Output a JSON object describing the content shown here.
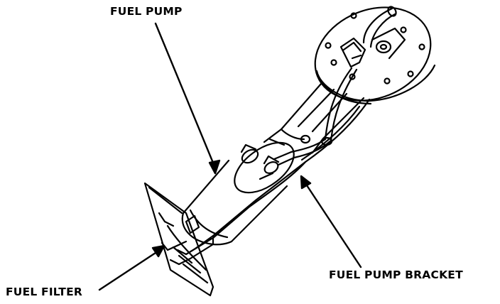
{
  "labels": {
    "fuel_pump": "FUEL PUMP",
    "fuel_filter": "FUEL FILTER",
    "fuel_pump_bracket": "FUEL PUMP BRACKET"
  },
  "colors": {
    "ink": "#000000",
    "paper": "#ffffff"
  }
}
